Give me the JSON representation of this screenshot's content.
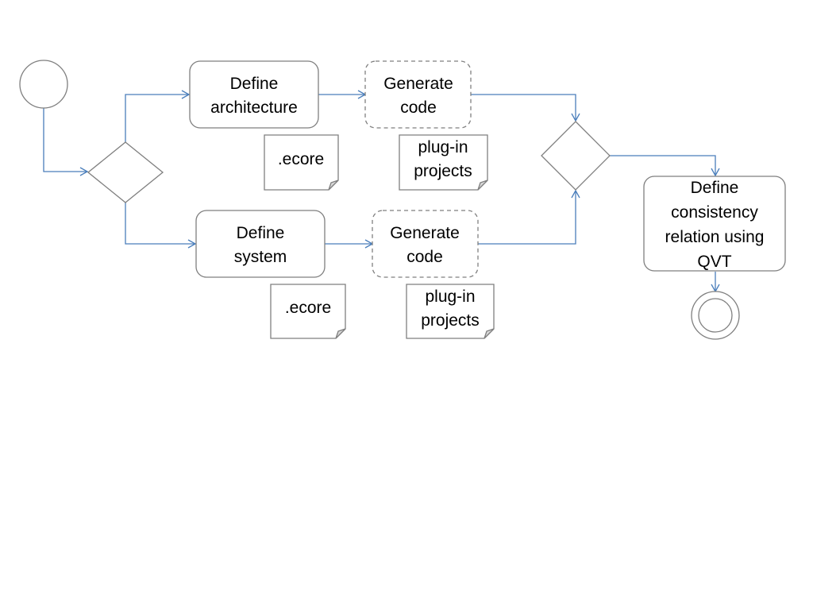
{
  "colors": {
    "edge": "#4a7ebb",
    "outline": "#7f7f7f",
    "text": "#000000",
    "background": "#ffffff"
  },
  "nodes": {
    "define_architecture": [
      "Define",
      "architecture"
    ],
    "generate_code_top": [
      "Generate",
      "code"
    ],
    "ecore_top": [
      ".ecore"
    ],
    "plugin_projects_top": [
      "plug-in",
      "projects"
    ],
    "define_system": [
      "Define",
      "system"
    ],
    "generate_code_bottom": [
      "Generate",
      "code"
    ],
    "ecore_bottom": [
      ".ecore"
    ],
    "plugin_projects_bottom": [
      "plug-in",
      "projects"
    ],
    "define_consistency": [
      "Define",
      "consistency",
      "relation using",
      "QVT"
    ]
  }
}
